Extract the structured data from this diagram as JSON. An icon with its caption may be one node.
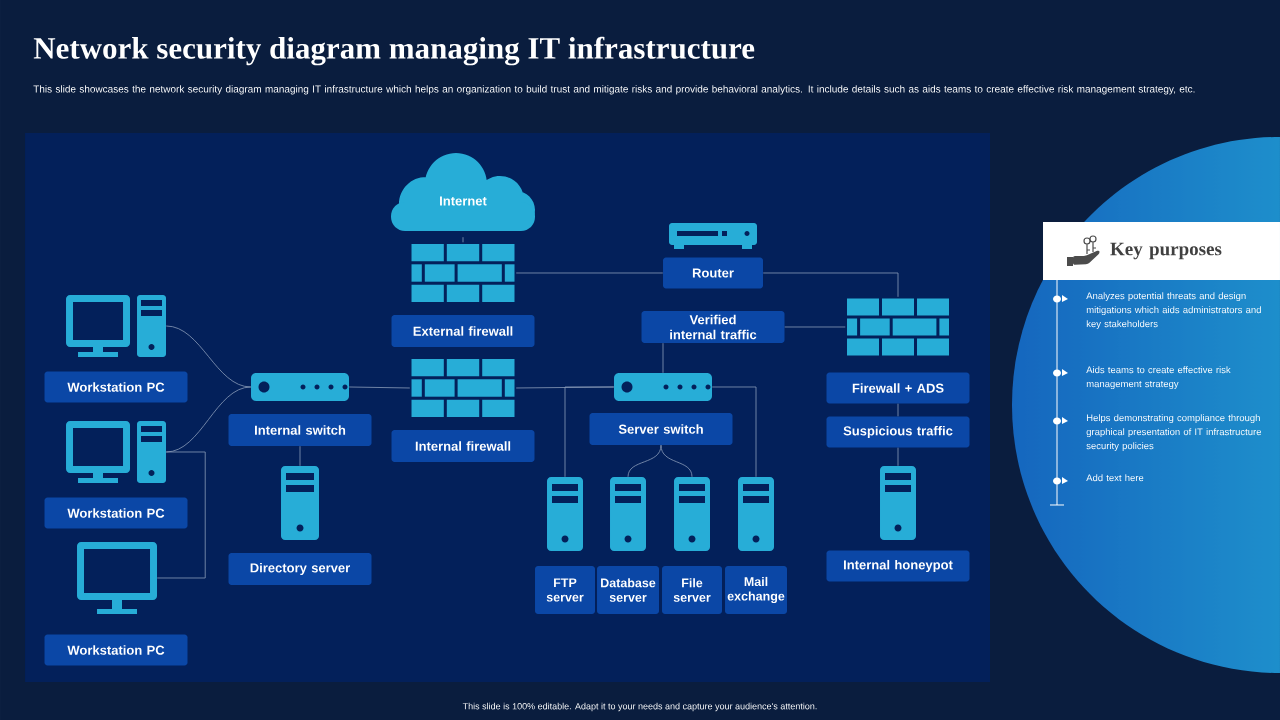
{
  "diagram": {
    "title": "Network security diagram managing IT infrastructure",
    "nodes": [
      {
        "text": [
          "Internet"
        ]
      },
      {
        "text": [],
        "shape": "picture"
      },
      {
        "text": [
          "External firewall"
        ]
      },
      {
        "text": [],
        "shape": "picture"
      },
      {
        "text": [
          "Router"
        ]
      },
      {
        "text": [
          "Verified internal traffic"
        ]
      },
      {
        "text": [],
        "shape": "picture"
      },
      {
        "text": [
          "Firewall + ADS"
        ]
      },
      {
        "text": [
          "Suspicious traffic"
        ]
      },
      {
        "text": [],
        "shape": "picture"
      },
      {
        "text": [
          "Internal honeypot"
        ]
      },
      {
        "text": [],
        "shape": "picture"
      },
      {
        "text": [
          "Workstation PC"
        ]
      },
      {
        "text": [],
        "shape": "picture"
      },
      {
        "text": [
          "Workstation PC"
        ]
      },
      {
        "text": [],
        "shape": "picture"
      },
      {
        "text": [
          "Workstation PC"
        ]
      },
      {
        "text": [],
        "shape": "picture"
      },
      {
        "text": [
          "Internal switch"
        ]
      },
      {
        "text": [],
        "shape": "picture"
      },
      {
        "text": [
          "Directory server"
        ]
      },
      {
        "text": [],
        "shape": "picture"
      },
      {
        "text": [
          "Internal firewall"
        ]
      },
      {
        "text": [],
        "shape": "picture"
      },
      {
        "text": [
          "Server switch"
        ]
      },
      {
        "text": [],
        "shape": "picture"
      },
      {
        "text": [],
        "shape": "picture"
      },
      {
        "text": [],
        "shape": "picture"
      },
      {
        "text": [],
        "shape": "picture"
      },
      {
        "text": [
          "FTP server"
        ]
      },
      {
        "text": [
          "Database server"
        ]
      },
      {
        "text": [
          "File server"
        ]
      },
      {
        "text": [
          "Mail exchange"
        ]
      },
      {
        "text": [
          "Key purposes"
        ]
      }
    ],
    "edges": [
      {
        "from": 0,
        "to": 1,
        "arrow": "none"
      },
      {
        "from": 1,
        "to": 4,
        "arrow": "none"
      },
      {
        "from": 4,
        "to": 6,
        "arrow": "none"
      },
      {
        "from": 5,
        "to": 6,
        "arrow": "none"
      },
      {
        "from": 5,
        "to": 23,
        "arrow": "none"
      },
      {
        "from": 7,
        "to": 8,
        "arrow": "none"
      },
      {
        "from": 8,
        "to": 9,
        "arrow": "none"
      },
      {
        "from": 11,
        "to": 17,
        "arrow": "none"
      },
      {
        "from": 13,
        "to": 17,
        "arrow": "none"
      },
      {
        "from": 13,
        "to": 15,
        "arrow": "none"
      },
      {
        "from": 17,
        "to": 21,
        "arrow": "none"
      },
      {
        "from": 18,
        "to": 19,
        "arrow": "none"
      },
      {
        "from": 21,
        "to": 23,
        "arrow": "none"
      },
      {
        "from": 23,
        "to": 25,
        "arrow": "none"
      },
      {
        "from": 24,
        "to": 26,
        "arrow": "none"
      },
      {
        "from": 24,
        "to": 27,
        "arrow": "none"
      },
      {
        "from": 23,
        "to": 28,
        "arrow": "none"
      }
    ],
    "labels": [
      "This slide showcases the network security diagram managing IT infrastructure which helps an organization to  build trust and mitigate risks and provide behavioral analytics. It include details such as aids teams to create effective risk management strategy, etc.",
      "Analyzes potential threats and design mitigations which aids administrators and key stakeholders",
      "Aids teams to create effective risk management strategy",
      "Helps demonstrating compliance through graphical presentation of IT infrastructure security policies",
      "Add text here",
      "This slide is 100% editable. Adapt it to your needs and capture your audience's attention."
    ]
  }
}
